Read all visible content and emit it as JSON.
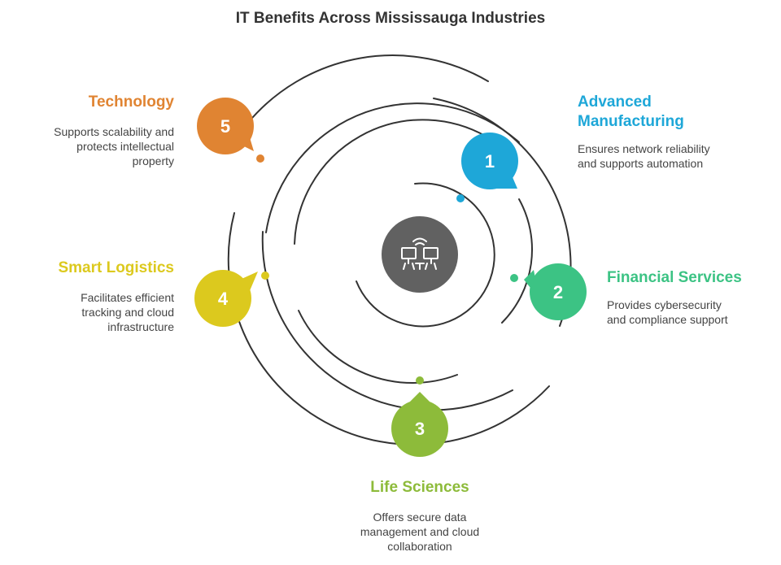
{
  "title": "IT Benefits Across Mississauga Industries",
  "colors": {
    "advanced_manufacturing": "#1ea7d8",
    "financial_services": "#3cc384",
    "life_sciences": "#8dbb3a",
    "smart_logistics": "#dcc91e",
    "technology": "#e08432",
    "center": "#616161",
    "orbit": "#333333"
  },
  "center_icon": "network-computers-icon",
  "items": [
    {
      "number": "1",
      "heading_line1": "Advanced",
      "heading_line2": "Manufacturing",
      "desc_line1": "Ensures network reliability",
      "desc_line2": "and supports automation"
    },
    {
      "number": "2",
      "heading": "Financial Services",
      "desc_line1": "Provides cybersecurity",
      "desc_line2": "and compliance support"
    },
    {
      "number": "3",
      "heading": "Life Sciences",
      "desc_line1": "Offers secure data",
      "desc_line2": "management and cloud",
      "desc_line3": "collaboration"
    },
    {
      "number": "4",
      "heading": "Smart Logistics",
      "desc_line1": "Facilitates efficient",
      "desc_line2": "tracking and cloud",
      "desc_line3": "infrastructure"
    },
    {
      "number": "5",
      "heading": "Technology",
      "desc_line1": "Supports scalability and",
      "desc_line2": "protects intellectual",
      "desc_line3": "property"
    }
  ]
}
